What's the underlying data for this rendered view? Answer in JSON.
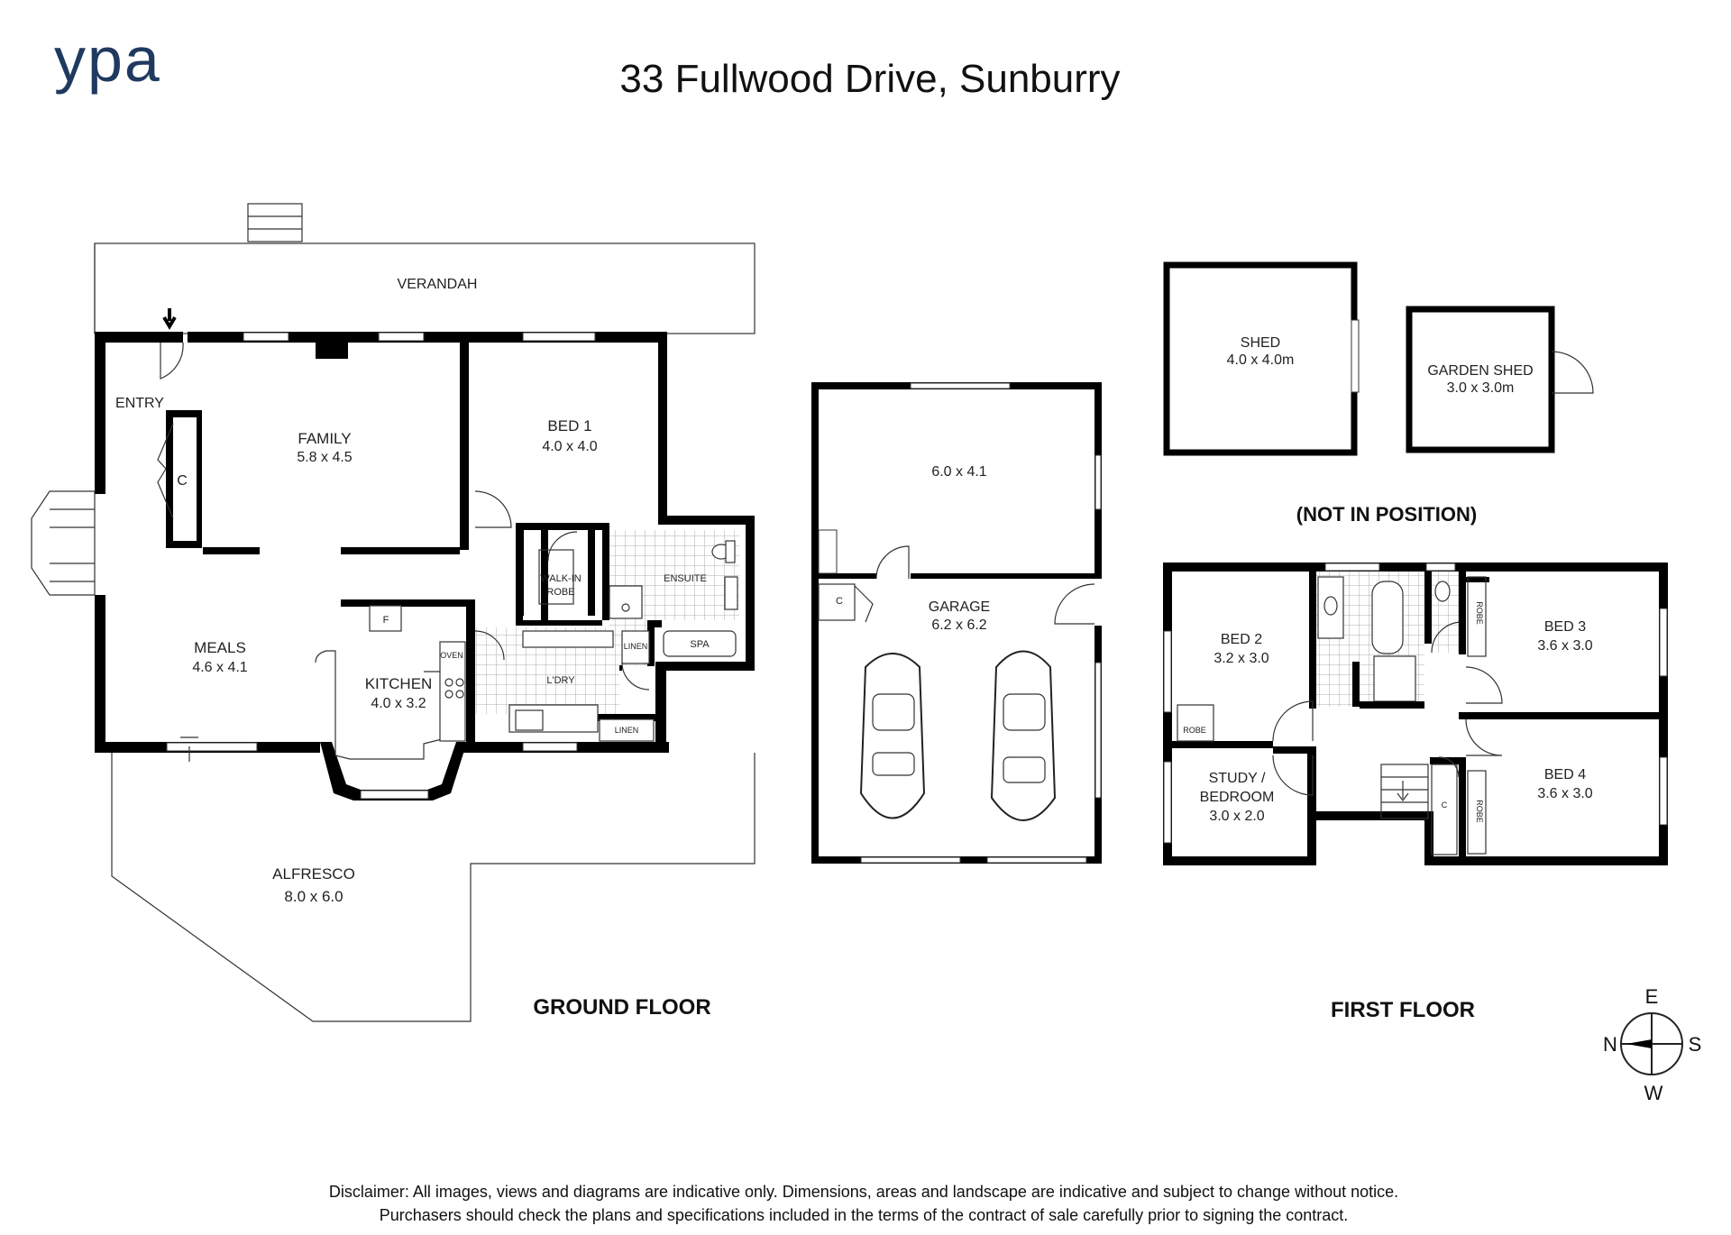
{
  "header": {
    "logo_text": "ypa",
    "title": "33 Fullwood Drive, Sunburry"
  },
  "ground_floor": {
    "heading": "GROUND FLOOR",
    "verandah": "VERANDAH",
    "entry": "ENTRY",
    "family": {
      "name": "FAMILY",
      "size": "5.8 x 4.5"
    },
    "bed1": {
      "name": "BED 1",
      "size": "4.0 x 4.0"
    },
    "closet": "C",
    "walkin_line1": "WALK-IN",
    "walkin_line2": "ROBE",
    "ensuite": "ENSUITE",
    "spa": "SPA",
    "linen_top": "LINEN",
    "linen_bottom": "LINEN",
    "laundry": "L'DRY",
    "fridge": "F",
    "oven": "OVEN",
    "meals": {
      "name": "MEALS",
      "size": "4.6 x 4.1"
    },
    "kitchen": {
      "name": "KITCHEN",
      "size": "4.0 x 3.2"
    },
    "alfresco": {
      "name": "ALFRESCO",
      "size": "8.0 x 6.0"
    }
  },
  "garage": {
    "upper_size": "6.0 x 4.1",
    "name": "GARAGE",
    "size": "6.2 x 6.2",
    "closet": "C"
  },
  "outbuildings": {
    "shed": {
      "name": "SHED",
      "size": "4.0 x 4.0m"
    },
    "garden_shed": {
      "name": "GARDEN SHED",
      "size": "3.0 x 3.0m"
    },
    "note": "(NOT IN POSITION)"
  },
  "first_floor": {
    "heading": "FIRST FLOOR",
    "bed2": {
      "name": "BED 2",
      "size": "3.2 x 3.0"
    },
    "bed3": {
      "name": "BED 3",
      "size": "3.6 x 3.0"
    },
    "bed4": {
      "name": "BED 4",
      "size": "3.6 x 3.0"
    },
    "study_line1": "STUDY /",
    "study_line2": "BEDROOM",
    "study_size": "3.0 x 2.0",
    "robe": "ROBE",
    "robe_b3": "ROBE",
    "robe_b4": "ROBE",
    "closet": "C"
  },
  "compass": {
    "n": "N",
    "e": "E",
    "s": "S",
    "w": "W"
  },
  "disclaimer": {
    "line1": "Disclaimer: All images, views and diagrams are indicative only. Dimensions, areas and landscape are indicative and subject to change without notice.",
    "line2": "Purchasers should check the plans and specifications included in the terms of the contract of sale carefully prior to signing the contract."
  },
  "colors": {
    "logo": "#1f3a5f",
    "wall": "#000000",
    "ink": "#222222"
  }
}
